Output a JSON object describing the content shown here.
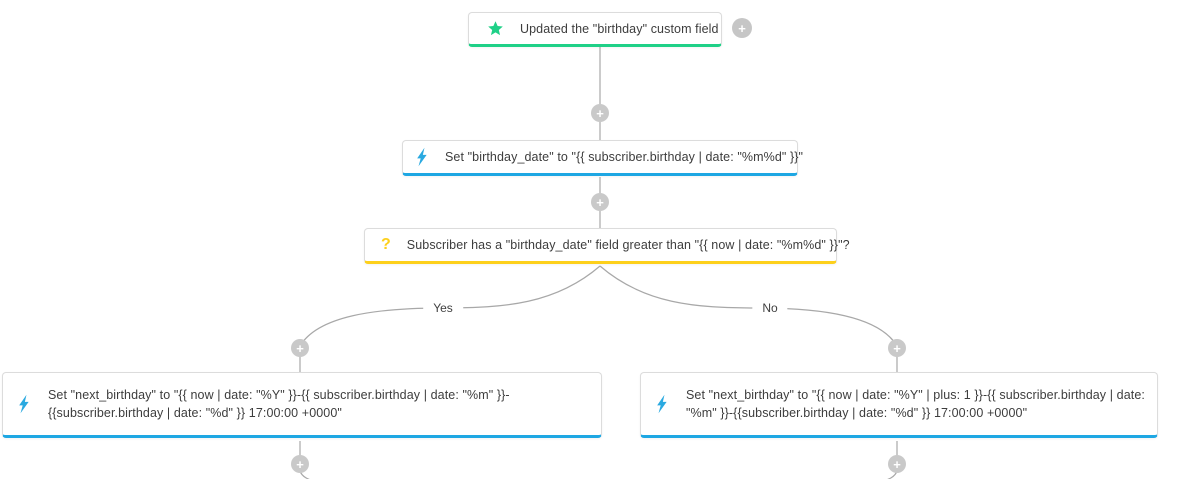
{
  "workflow": {
    "nodes": {
      "trigger": {
        "label": "Updated the \"birthday\" custom field"
      },
      "set_birthday_date": {
        "label": "Set \"birthday_date\" to \"{{ subscriber.birthday | date: \"%m%d\" }}\""
      },
      "condition": {
        "label": "Subscriber has a \"birthday_date\" field greater than \"{{ now | date: \"%m%d\" }}\"?"
      },
      "set_next_birthday_yes": {
        "label": "Set \"next_birthday\" to \"{{ now | date: \"%Y\" }}-{{ subscriber.birthday | date: \"%m\" }}-{{subscriber.birthday | date: \"%d\" }} 17:00:00 +0000\""
      },
      "set_next_birthday_no": {
        "label": "Set \"next_birthday\" to \"{{ now | date: \"%Y\" | plus: 1 }}-{{ subscriber.birthday | date: \"%m\" }}-{{subscriber.birthday | date: \"%d\" }} 17:00:00 +0000\""
      }
    },
    "branches": {
      "yes_label": "Yes",
      "no_label": "No"
    }
  },
  "icons": {
    "plus": "+",
    "question": "?"
  },
  "colors": {
    "trigger_accent": "#1fd087",
    "action_accent": "#1ea7e3",
    "condition_accent": "#fdd01c",
    "connector": "#a8a8a8",
    "plus_circle": "#c9c9c9"
  }
}
